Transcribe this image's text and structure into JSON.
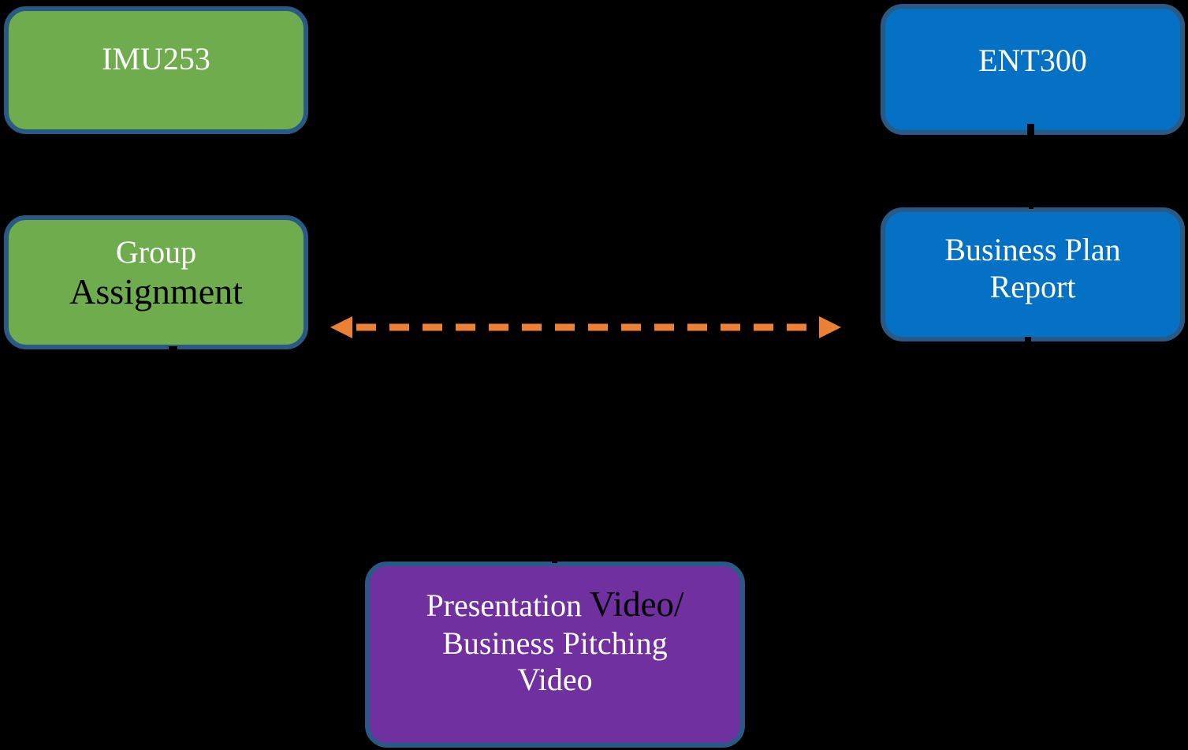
{
  "canvas": {
    "background": "#000000"
  },
  "colors": {
    "green_fill": "#6FAC4D",
    "blue_fill": "#0571C4",
    "purple_fill": "#7030A0",
    "box_border": "#285A85",
    "arrow_orange": "#EC8136",
    "text_white": "#FFFFFF",
    "text_black": "#000000",
    "connector_black": "#000000"
  },
  "boxes": {
    "imu253": {
      "label": "IMU253"
    },
    "ent300": {
      "label": "ENT300"
    },
    "group_assignment": {
      "line1": "Group",
      "line2": "Assignment"
    },
    "business_plan_report": {
      "line1": "Business Plan",
      "line2": "Report"
    },
    "presentation_video": {
      "line1_part1": "Presentation",
      "line1_part2": "Video/",
      "line2": "Business Pitching",
      "line3": "Video"
    }
  }
}
